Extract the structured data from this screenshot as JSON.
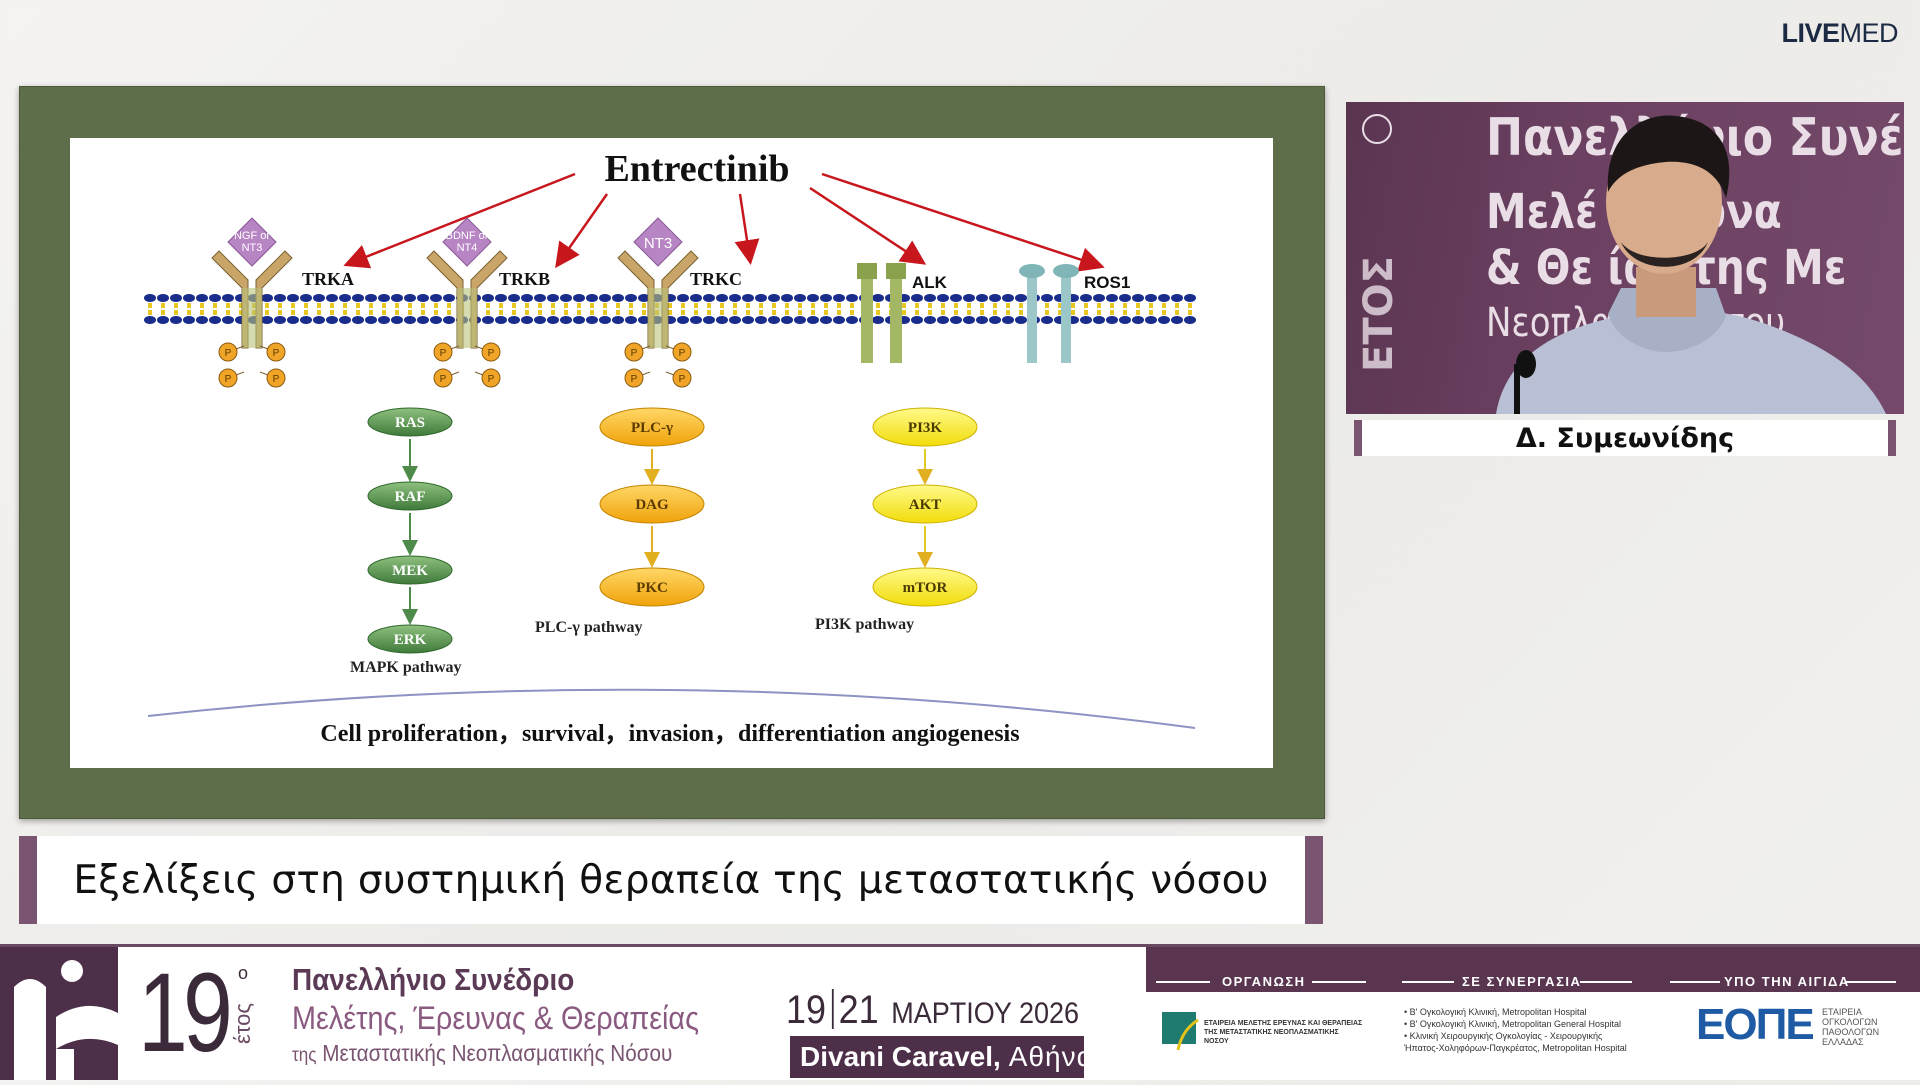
{
  "brand": {
    "bold": "LIVE",
    "light": "MED"
  },
  "slide": {
    "drug": "Entrectinib",
    "receptors": [
      {
        "name": "TRKA",
        "ligand_line1": "NGF or",
        "ligand_line2": "NT3"
      },
      {
        "name": "TRKB",
        "ligand_line1": "BDNF or",
        "ligand_line2": "NT4"
      },
      {
        "name": "TRKC",
        "ligand_line1": "NT3",
        "ligand_line2": ""
      },
      {
        "name": "ALK"
      },
      {
        "name": "ROS1"
      }
    ],
    "phospho_label": "P",
    "pathways": [
      {
        "name": "MAPK pathway",
        "nodes": [
          "RAS",
          "RAF",
          "MEK",
          "ERK"
        ],
        "color": "#4e8a4a"
      },
      {
        "name": "PLC-γ pathway",
        "nodes": [
          "PLC-γ",
          "DAG",
          "PKC"
        ],
        "color": "#f2b21c"
      },
      {
        "name": "PI3K pathway",
        "nodes": [
          "PI3K",
          "AKT",
          "mTOR"
        ],
        "color": "#f7e61e"
      }
    ],
    "outcome": "Cell proliferation，survival，invasion，differentiation angiogenesis",
    "colors": {
      "frame": "#5f6e4a",
      "arrow": "#c8161d",
      "ligand": "#b784c4",
      "receptor": "#c9a56a",
      "membrane": "#1a2d8c"
    }
  },
  "title_bar": {
    "text": "Εξελίξεις στη συστημική θεραπεία της μεταστατικής νόσου"
  },
  "video": {
    "backdrop_lines": [
      "Πανελλήνιο Συνέδ",
      "Μελέ       Έρευνα",
      "& Θε         ίας της Με",
      "Νεοπλα         ής Νόσου"
    ],
    "backdrop_vertical": "ΕΤΟΣ"
  },
  "speaker": {
    "name": "Δ. Συμεωνίδης"
  },
  "footer": {
    "edition_number": "19",
    "edition_ordinal": "ο",
    "edition_word": "έτος",
    "line1": "Πανελλήνιο Συνέδριο",
    "line2": "Μελέτης, Έρευνας & Θεραπείας",
    "line3_prefix": "της",
    "line3": "Μεταστατικής Νεοπλασματικής Νόσου",
    "date_start": "19",
    "date_end": "21",
    "month": "ΜΑΡΤΙΟΥ 2026",
    "venue_bold": "Divani Caravel,",
    "venue_city": "Αθήνα",
    "label_org": "ΟΡΓΑΝΩΣΗ",
    "label_coop": "ΣΕ ΣΥΝΕΡΓΑΣΙΑ",
    "label_aegis": "ΥΠΟ ΤΗΝ ΑΙΓΙΔΑ",
    "org_text": "ΕΤΑΙΡΕΙΑ ΜΕΛΕΤΗΣ ΕΡΕΥΝΑΣ ΚΑΙ ΘΕΡΑΠΕΙΑΣ ΤΗΣ ΜΕΤΑΣΤΑΤΙΚΗΣ ΝΕΟΠΛΑΣΜΑΤΙΚΗΣ ΝΟΣΟΥ",
    "coop_lines": [
      "• Β' Ογκολογική Κλινική, Metropolitan Hospital",
      "• Β' Ογκολογική Κλινική, Metropolitan General Hospital",
      "• Κλινική Χειρουργικής Ογκολογίας - Χειρουργικής",
      "  Ήπατος-Χοληφόρων-Παγκρέατος, Metropolitan Hospital"
    ],
    "aegis_logo": "ΕΟΠΕ",
    "aegis_sub": "ΕΤΑΙΡΕΙΑ ΟΓΚΟΛΟΓΩΝ ΠΑΘΟΛΟΓΩΝ ΕΛΛΑΔΑΣ"
  }
}
